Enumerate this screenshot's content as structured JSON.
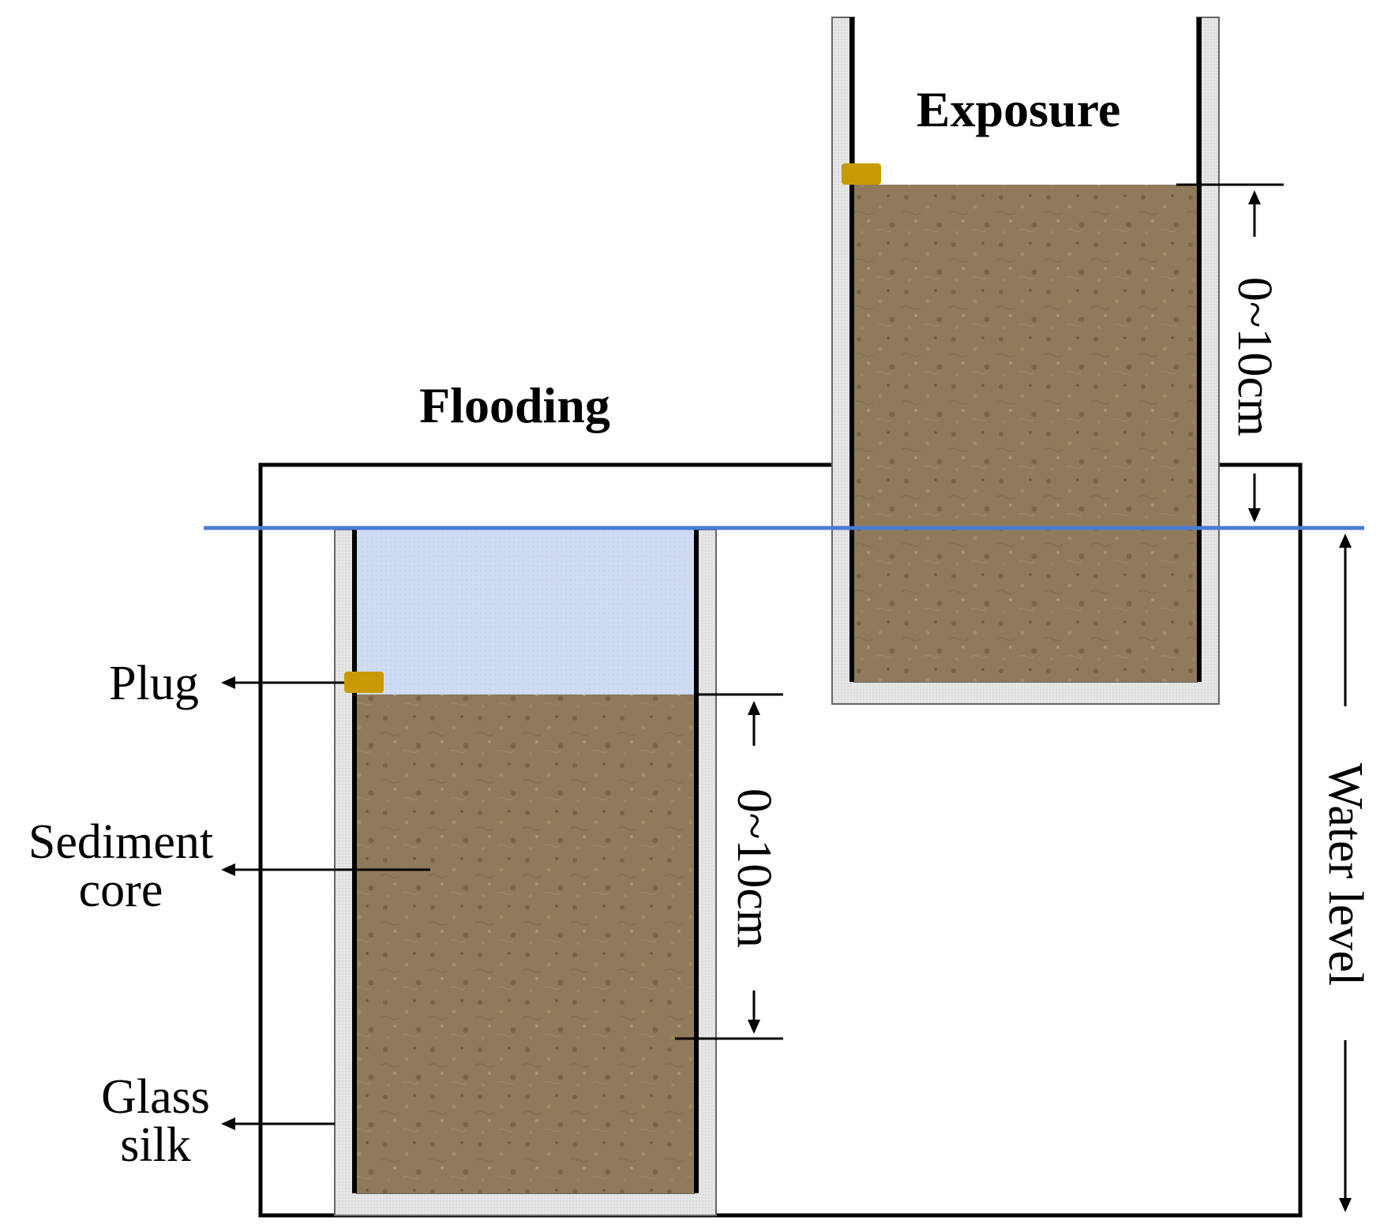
{
  "labels": {
    "flooding": "Flooding",
    "exposure": "Exposure",
    "plug": "Plug",
    "sediment_line1": "Sediment",
    "sediment_line2": "core",
    "glass_line1": "Glass",
    "glass_line2": "silk",
    "depth_left": "0~10cm",
    "depth_right": "0~10cm",
    "water_level": "Water level"
  },
  "colors": {
    "water_line": "#4a7bd4",
    "water_fill": "#cfdcf3",
    "sediment": "#8f7a5b",
    "plug": "#c99a06",
    "glass_wall": "#e3e3e3"
  }
}
